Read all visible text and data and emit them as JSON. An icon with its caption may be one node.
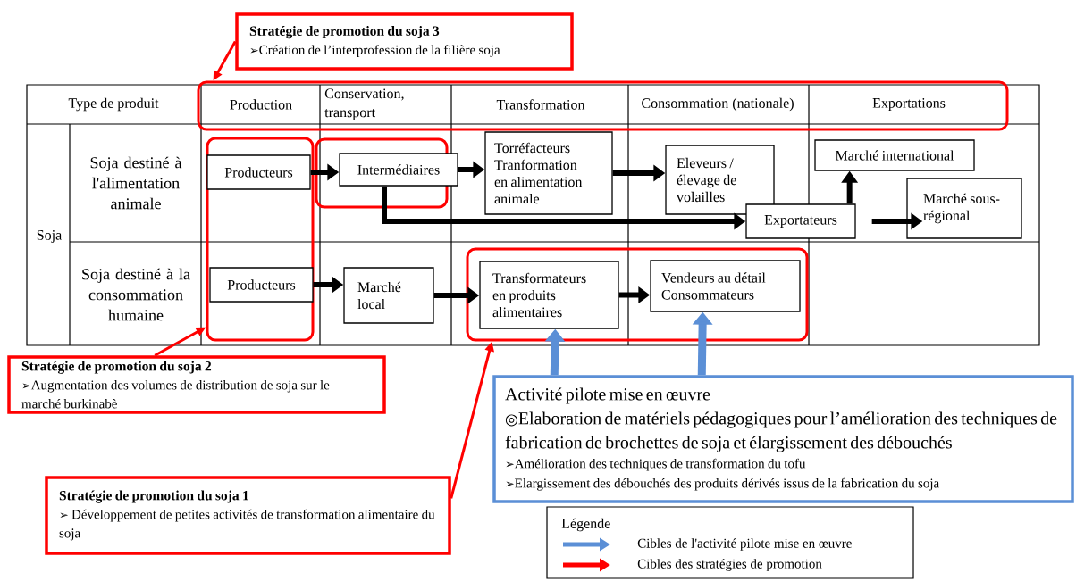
{
  "diagram": {
    "nodes": [
      {
        "text": [
          "Stratégie de promotion du soja 3",
          "➢Création de l’interprofession de la filière soja"
        ]
      },
      {
        "text": [],
        "shape": "box"
      },
      {
        "text": [],
        "shape": "box"
      },
      {
        "text": [
          "Producteurs"
        ],
        "in": 2
      },
      {
        "text": [],
        "shape": "box"
      },
      {
        "text": [
          "Intermédiaires"
        ],
        "in": 4
      },
      {
        "text": [
          "Torréfacteurs Tranformation en alimentation animale"
        ]
      },
      {
        "text": [
          "Eleveurs / élevage de volailles"
        ]
      },
      {
        "text": [
          "Marché international"
        ]
      },
      {
        "text": [
          "Exportateurs"
        ]
      },
      {
        "text": [
          "Marché sous-régional"
        ]
      },
      {
        "text": [
          "Producteurs"
        ],
        "in": 2
      },
      {
        "text": [
          "Marché local"
        ]
      },
      {
        "text": [],
        "shape": "box"
      },
      {
        "text": [
          "Transformateurs en produits alimentaires"
        ],
        "in": 13
      },
      {
        "text": [
          "Vendeurs au détail Consommateurs"
        ],
        "in": 13
      },
      {
        "text": [
          "Stratégie de promotion du soja 2",
          "➢Augmentation des volumes de distribution de soja sur le marché burkinabè"
        ]
      },
      {
        "text": [
          "Activité pilote mise en œuvre",
          "◎Elaboration de matériels pédagogiques pour l’amélioration des techniques de fabrication de brochettes de soja et élargissement des débouchés",
          "➢Amélioration des techniques de transformation du tofu",
          "➢Elargissement des débouchés des produits dérivés issus de la fabrication du soja"
        ]
      },
      {
        "text": [
          "Stratégie de promotion du soja 1",
          "➢ Développement de petites activités de transformation alimentaire du soja"
        ]
      }
    ],
    "edges": [
      {
        "from": 3,
        "to": 5,
        "arrow": "to"
      },
      {
        "from": 5,
        "to": 6,
        "arrow": "to"
      },
      {
        "from": 6,
        "to": 7,
        "arrow": "to"
      },
      {
        "from": 5,
        "to": 9,
        "arrow": "to"
      },
      {
        "from": 9,
        "to": 8,
        "arrow": "to"
      },
      {
        "from": 9,
        "to": 10,
        "arrow": "to"
      },
      {
        "from": 11,
        "to": 12,
        "arrow": "to"
      },
      {
        "from": 12,
        "to": 14,
        "arrow": "to"
      },
      {
        "from": 14,
        "to": 15,
        "arrow": "to"
      },
      {
        "from": 0,
        "to": 1,
        "arrow": "to",
        "color": "#ff0000"
      },
      {
        "from": 16,
        "to": 2,
        "arrow": "to",
        "color": "#ff0000"
      },
      {
        "from": 18,
        "to": 13,
        "arrow": "to",
        "color": "#ff0000"
      },
      {
        "from": 17,
        "to": 14,
        "arrow": "to",
        "color": "#5b8fd6"
      },
      {
        "from": 17,
        "to": 15,
        "arrow": "to",
        "color": "#5b8fd6"
      }
    ],
    "labels": [
      "Type de produit",
      "Production",
      "Conservation, transport",
      "Transformation",
      "Consommation (nationale)",
      "Exportations",
      "Soja",
      "Soja destiné à l'alimentation animale",
      "Soja destiné à la consommation humaine",
      "Légende"
    ],
    "legend": [
      {
        "text": "Cibles de l'activité pilote mise en œuvre",
        "color": "#5b8fd6"
      },
      {
        "text": "Cibles des stratégies de promotion",
        "color": "#ff0000"
      }
    ]
  }
}
